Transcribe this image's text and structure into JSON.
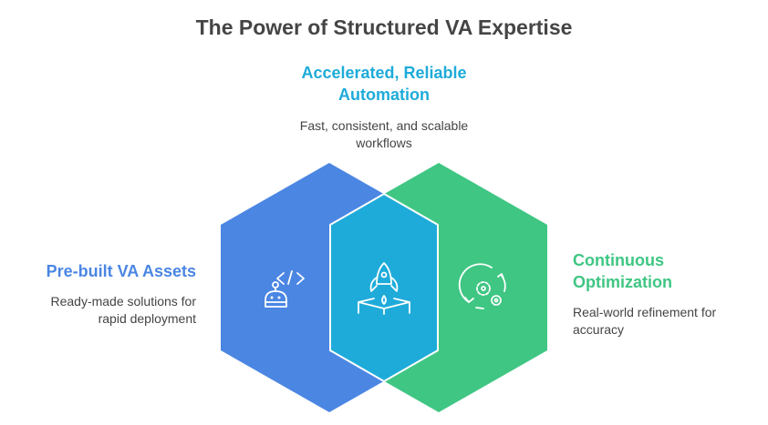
{
  "title": "The Power of Structured VA Expertise",
  "colors": {
    "blue": "#4b86e3",
    "cyan": "#1eabd9",
    "green": "#3fc683",
    "title": "#454545"
  },
  "sections": {
    "top": {
      "heading_line1": "Accelerated, Reliable",
      "heading_line2": "Automation",
      "desc_line1": "Fast, consistent, and scalable",
      "desc_line2": "workflows",
      "icon": "rocket-launch-icon"
    },
    "left": {
      "heading": "Pre-built VA Assets",
      "desc_line1": "Ready-made solutions for",
      "desc_line2": "rapid deployment",
      "icon": "robot-code-icon"
    },
    "right": {
      "heading_line1": "Continuous",
      "heading_line2": "Optimization",
      "desc_line1": "Real-world refinement for",
      "desc_line2": "accuracy",
      "icon": "gears-cycle-icon"
    }
  }
}
